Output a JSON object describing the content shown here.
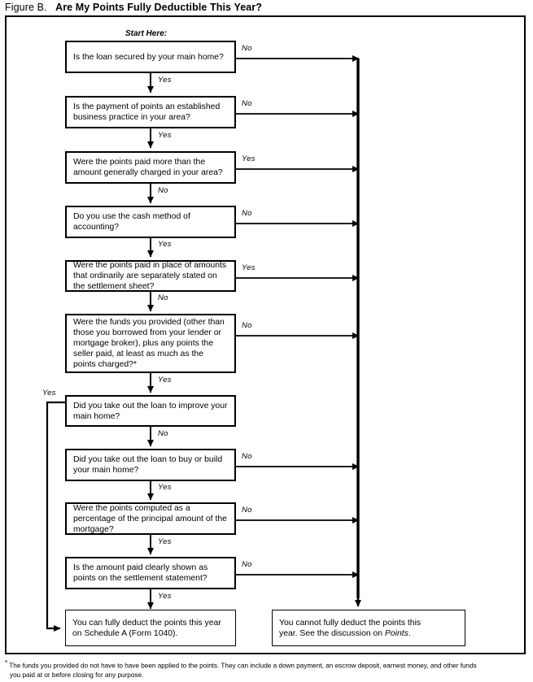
{
  "title": {
    "figure": "Figure B.",
    "question": "Are My Points Fully Deductible This Year?"
  },
  "start_label": "Start Here:",
  "colors": {
    "ink": "#000000",
    "paper": "#ffffff"
  },
  "nodes": [
    {
      "id": "q1",
      "text": "Is the loan secured by your main home?"
    },
    {
      "id": "q2",
      "text": "Is the payment of points an established business practice in your area?"
    },
    {
      "id": "q3",
      "text": "Were the points paid more than the amount generally charged in your area?"
    },
    {
      "id": "q4",
      "text": "Do you use the cash method of accounting?"
    },
    {
      "id": "q5",
      "text": "Were the points paid in place of amounts that ordinarily are separately stated on the settlement sheet?"
    },
    {
      "id": "q6",
      "text": "Were the funds you provided (other than those you borrowed from your lender or mortgage broker), plus any points the seller paid, at least as much as the points charged?*"
    },
    {
      "id": "q7",
      "text": "Did you take out the loan to improve your main home?"
    },
    {
      "id": "q8",
      "text": "Did you take out the loan to buy or build your main home?"
    },
    {
      "id": "q9",
      "text": "Were the points computed as a percentage of the principal amount of the mortgage?"
    },
    {
      "id": "q10",
      "text": "Is the amount paid clearly shown as points on the settlement statement?"
    }
  ],
  "terminals": {
    "yes_outcome": {
      "line1": "You can fully deduct the points this year",
      "line2": "on Schedule A (Form 1040)."
    },
    "no_outcome": {
      "line1": "You cannot fully deduct the points this",
      "line2_pre": "year. See the discussion on ",
      "line2_em": "Points",
      "line2_post": "."
    }
  },
  "edge_labels": {
    "q1_right": "No",
    "q1_down": "Yes",
    "q2_right": "No",
    "q2_down": "Yes",
    "q3_right": "Yes",
    "q3_down": "No",
    "q4_right": "No",
    "q4_down": "Yes",
    "q5_right": "Yes",
    "q5_down": "No",
    "q6_right": "No",
    "q6_down": "Yes",
    "q7_left": "Yes",
    "q7_down": "No",
    "q8_right": "No",
    "q8_down": "Yes",
    "q9_right": "No",
    "q9_down": "Yes",
    "q10_right": "No",
    "q10_down": "Yes"
  },
  "footnote": {
    "marker": "*",
    "line1": "The funds you provided do not have to have been applied to the points. They can include a down payment, an escrow deposit, earnest money, and other funds",
    "line2": "you paid at or before closing for any purpose."
  }
}
